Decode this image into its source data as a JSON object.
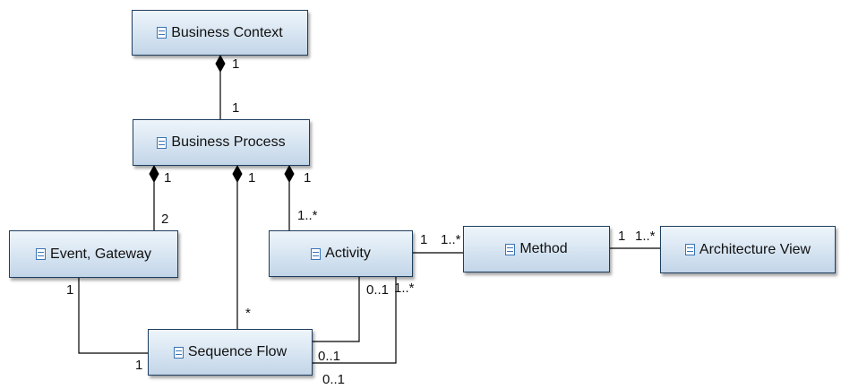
{
  "nodes": {
    "business_context": "Business Context",
    "business_process": "Business Process",
    "event_gateway": "Event, Gateway",
    "activity": "Activity",
    "method": "Method",
    "architecture_view": "Architecture View",
    "sequence_flow": "Sequence Flow"
  },
  "multiplicities": {
    "context_process_source": "1",
    "context_process_target": "1",
    "process_event_source": "1",
    "process_event_target": "2",
    "process_flow_source": "1",
    "process_flow_target": "*",
    "process_activity_source": "1",
    "process_activity_target": "1..*",
    "activity_method_source": "1",
    "activity_method_target": "1..*",
    "method_view_source": "1",
    "method_view_target": "1..*",
    "event_flow_source": "1",
    "event_flow_target": "1",
    "activity_flow_a_activity": "0..1",
    "activity_flow_a_flow": "0..1",
    "activity_flow_b_activity": "1..*",
    "activity_flow_b_flow": "0..1"
  },
  "colors": {
    "node_border": "#1f3f5f",
    "node_fill": "#d6e4f1",
    "icon": "#3a74b6",
    "line": "#000000"
  },
  "icons": {
    "class": "class-icon",
    "composition": "filled-diamond"
  }
}
